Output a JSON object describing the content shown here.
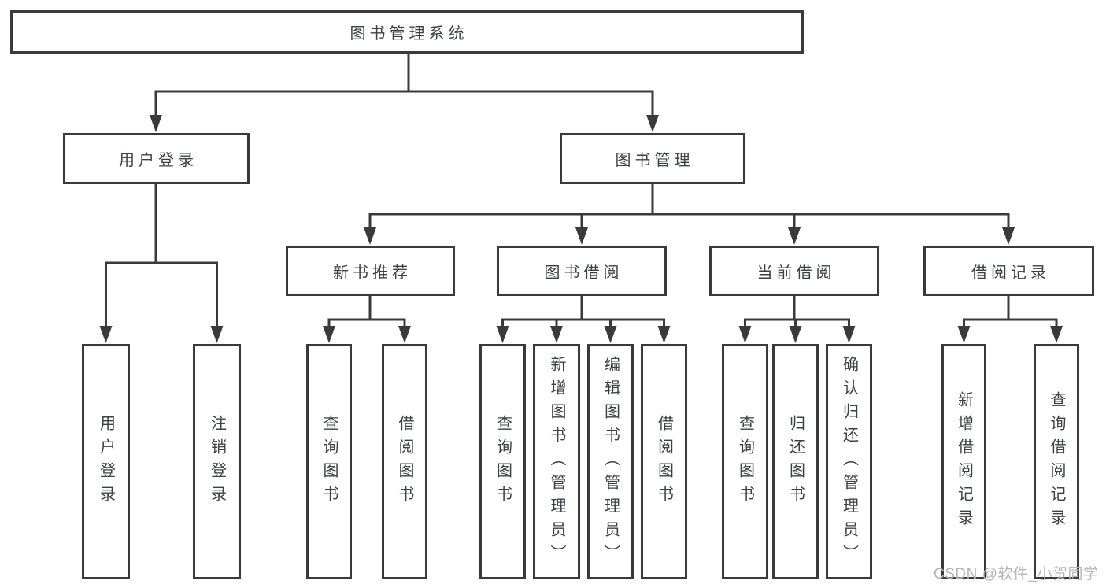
{
  "tree": {
    "root": "图书管理系统",
    "branches": [
      {
        "label": "用户登录",
        "children": [
          "用户登录",
          "注销登录"
        ]
      },
      {
        "label": "图书管理",
        "groups": [
          {
            "label": "新书推荐",
            "children": [
              "查询图书",
              "借阅图书"
            ]
          },
          {
            "label": "图书借阅",
            "children": [
              "查询图书",
              "新增图书（管理员）",
              "编辑图书（管理员）",
              "借阅图书"
            ]
          },
          {
            "label": "当前借阅",
            "children": [
              "查询图书",
              "归还图书",
              "确认归还（管理员）"
            ]
          },
          {
            "label": "借阅记录",
            "children": [
              "新增借阅记录",
              "查询借阅记录"
            ]
          }
        ]
      }
    ]
  },
  "watermark": "CSDN @软件_小贺同学",
  "colors": {
    "line": "#3a3a3a",
    "box_border": "#3a3a3a",
    "box_fill": "#ffffff",
    "text": "#3d4046",
    "watermark": "#b5b5b5",
    "background": "#ffffff"
  }
}
